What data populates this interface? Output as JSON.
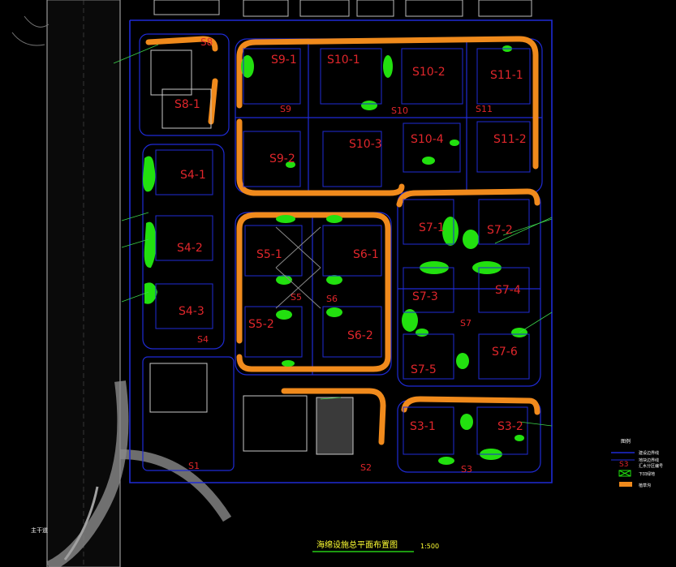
{
  "title": "海绵设施总平面布置图",
  "scale": "1:500",
  "colors": {
    "background": "#000000",
    "boundary": "#1f2bd6",
    "swale": "#f08a1c",
    "garden": "#22e00f",
    "label": "#e0262b",
    "road": "#808080",
    "building": "#c8c8c8"
  },
  "zones": [
    {
      "id": "S8",
      "label": "S8"
    },
    {
      "id": "S9",
      "label": "S9"
    },
    {
      "id": "S10",
      "label": "S10"
    },
    {
      "id": "S11",
      "label": "S11"
    },
    {
      "id": "S4",
      "label": "S4"
    },
    {
      "id": "S5",
      "label": "S5"
    },
    {
      "id": "S6",
      "label": "S6"
    },
    {
      "id": "S7",
      "label": "S7"
    },
    {
      "id": "S3",
      "label": "S3"
    },
    {
      "id": "S1",
      "label": "S1"
    },
    {
      "id": "S2",
      "label": "S2"
    }
  ],
  "buildings": [
    {
      "label": "S8-1"
    },
    {
      "label": "S9-1"
    },
    {
      "label": "S10-1"
    },
    {
      "label": "S10-2"
    },
    {
      "label": "S11-1"
    },
    {
      "label": "S9-2"
    },
    {
      "label": "S10-3"
    },
    {
      "label": "S10-4"
    },
    {
      "label": "S11-2"
    },
    {
      "label": "S4-1"
    },
    {
      "label": "S4-2"
    },
    {
      "label": "S4-3"
    },
    {
      "label": "S5-1"
    },
    {
      "label": "S6-1"
    },
    {
      "label": "S5-2"
    },
    {
      "label": "S6-2"
    },
    {
      "label": "S7-1"
    },
    {
      "label": "S7-2"
    },
    {
      "label": "S7-3"
    },
    {
      "label": "S7-4"
    },
    {
      "label": "S7-5"
    },
    {
      "label": "S7-6"
    },
    {
      "label": "S3-1"
    },
    {
      "label": "S3-2"
    }
  ],
  "legend": {
    "title": "图例",
    "items": [
      {
        "sample_text": "",
        "text": "建设边界线"
      },
      {
        "sample_text": "",
        "text": "地块边界线"
      },
      {
        "sample_text": "S3",
        "text": "汇水分区编号"
      },
      {
        "sample_text": "",
        "text": "下凹绿地"
      },
      {
        "sample_text": "",
        "text": "植草沟"
      }
    ]
  },
  "road_text": "主干道"
}
